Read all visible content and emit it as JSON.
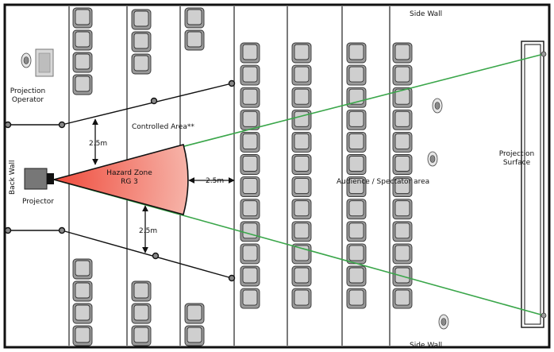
{
  "labels": {
    "side_wall_top": "Side Wall",
    "side_wall_bottom": "Side Wall",
    "back_wall": "Back Wall",
    "projector": "Projector",
    "projection_operator": "Projection\nOperator",
    "controlled_area": "Controlled Area**",
    "hazard_zone": "Hazard Zone\nRG 3",
    "audience_area": "Audience / Spectator area",
    "projection_surface": "Projection\nSurface",
    "distance_vertical_top": "2.5m",
    "distance_horizontal": "2.5m",
    "distance_vertical_bottom": "2.5m"
  },
  "colors": {
    "hazard_gradient_inner": "#ef4b3c",
    "hazard_gradient_outer": "#f6b3a8",
    "beam_line": "#3aa64a",
    "boundary_line": "#111111",
    "seat_back": "#9a9a9a",
    "seat_body": "#cfcfcf"
  },
  "icons": {
    "projector": "projector-icon",
    "seat": "seat-icon",
    "person": "person-icon",
    "arrow": "double-arrow-icon"
  }
}
